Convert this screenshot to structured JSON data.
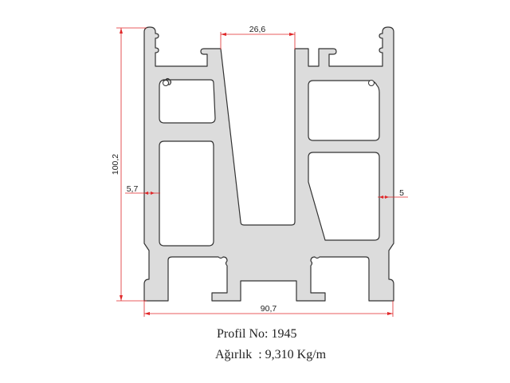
{
  "drawing": {
    "dimensions": {
      "height": "100,2",
      "opening_width": "26,6",
      "left_wall": "5,7",
      "right_wall": "5",
      "total_width": "90,7"
    },
    "colors": {
      "profile_fill": "#dcdcdc",
      "outline": "#333333",
      "dimension_line": "#e0282a"
    }
  },
  "caption": {
    "profile_no": "Profil No: 1945",
    "weight_label": "Ağırlık",
    "weight_value": "  : 9,310 Kg/m"
  }
}
